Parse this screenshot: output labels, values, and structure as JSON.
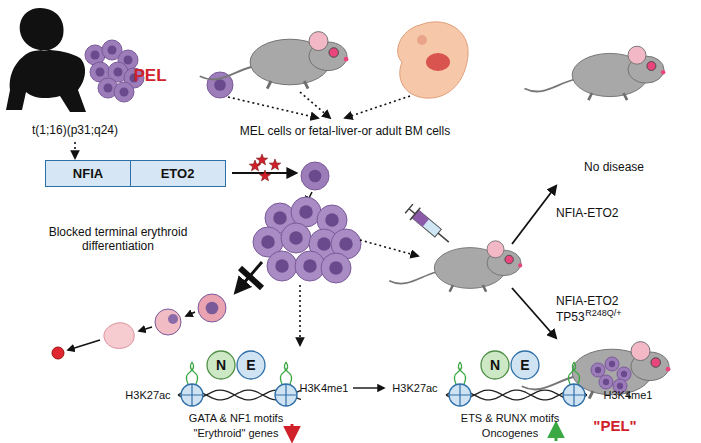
{
  "diagram": {
    "nodes": [
      {
        "text": [
          "NFIA"
        ]
      },
      {
        "text": [
          "ETO2"
        ]
      },
      {
        "text": [
          "N"
        ]
      },
      {
        "text": [
          "E"
        ]
      },
      {
        "text": [
          "N"
        ]
      },
      {
        "text": [
          "E"
        ]
      }
    ],
    "labels": [
      "PEL",
      "t(1;16)(p31;q24)",
      "MEL cells or fetal-liver-or adult BM cells",
      "Blocked terminal erythroid differentiation",
      "NFIA-ETO2",
      "No disease",
      "NFIA-ETO2",
      "TP53",
      "R248Q/+",
      "\"PEL\"",
      "H3K27ac",
      "H3K4me1",
      "H3K27ac",
      "H3K4me1",
      "GATA & NF1 motifs",
      "\"Erythroid\" genes",
      "ETS & RUNX motifs",
      "Oncogenes"
    ]
  }
}
